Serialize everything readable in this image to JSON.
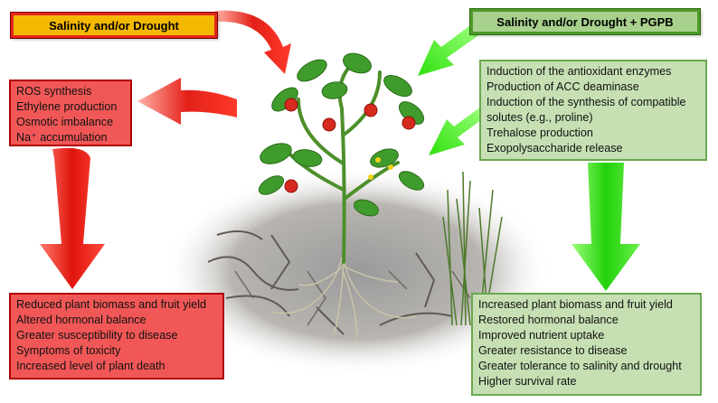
{
  "stress_panel": {
    "title": "Salinity and/or Drought",
    "effects": [
      "ROS synthesis",
      "Ethylene production",
      "Osmotic imbalance",
      "Na⁺ accumulation"
    ],
    "outcomes": [
      "Reduced plant biomass and fruit yield",
      "Altered hormonal balance",
      "Greater susceptibility to disease",
      "Symptoms of toxicity",
      "Increased level of plant death"
    ],
    "color": "#e3261d",
    "title_fill": "#f5b800",
    "box_fill": "#f25757"
  },
  "pgpb_panel": {
    "title": "Salinity and/or Drought + PGPB",
    "mechanisms": [
      "Induction of the antioxidant enzymes",
      "Production of ACC deaminase",
      "Induction of the synthesis of compatible",
      "solutes (e.g., proline)",
      "Trehalose production",
      "Exopolysaccharide release"
    ],
    "outcomes": [
      "Increased plant biomass and fruit yield",
      "Restored hormonal balance",
      "Improved nutrient uptake",
      "Greater resistance to disease",
      "Greater tolerance to salinity and drought",
      "Higher survival rate"
    ],
    "color": "#4f9a2a",
    "box_fill": "#c6e0b4"
  },
  "illustration": {
    "subject": "tomato plant with roots on cracked dry soil and grass"
  }
}
